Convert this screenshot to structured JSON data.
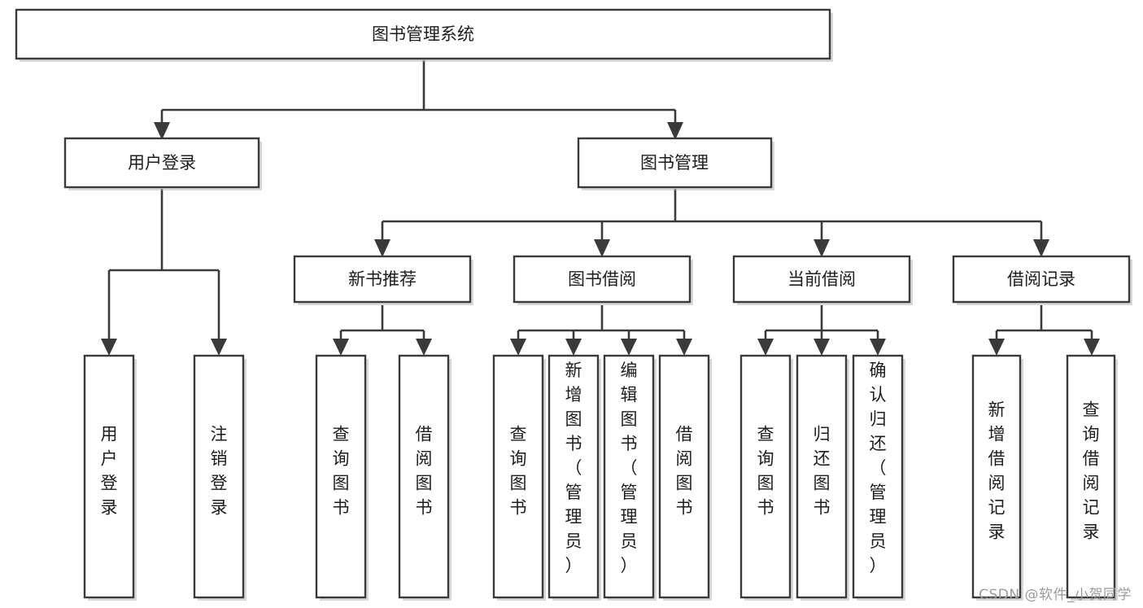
{
  "diagram": {
    "type": "tree",
    "title": "图书管理系统",
    "watermark": "CSDN @软件_小贺同学",
    "nodes": {
      "root": {
        "label": "图书管理系统"
      },
      "l2": [
        {
          "id": "user-login",
          "label": "用户登录"
        },
        {
          "id": "book-manage",
          "label": "图书管理"
        }
      ],
      "l3": [
        {
          "id": "new-book-rec",
          "label": "新书推荐"
        },
        {
          "id": "book-borrow",
          "label": "图书借阅"
        },
        {
          "id": "current-borrow",
          "label": "当前借阅"
        },
        {
          "id": "borrow-record",
          "label": "借阅记录"
        }
      ],
      "leaves": {
        "user_login": [
          {
            "id": "leaf-user-login",
            "label": "用户登录"
          },
          {
            "id": "leaf-logout-login",
            "label": "注销登录"
          }
        ],
        "new_book_rec": [
          {
            "id": "leaf-query-book-1",
            "label": "查询图书"
          },
          {
            "id": "leaf-borrow-book-1",
            "label": "借阅图书"
          }
        ],
        "book_borrow": [
          {
            "id": "leaf-query-book-2",
            "label": "查询图书"
          },
          {
            "id": "leaf-add-book",
            "label": "新增图书（管理员）"
          },
          {
            "id": "leaf-edit-book",
            "label": "编辑图书（管理员）"
          },
          {
            "id": "leaf-borrow-book-2",
            "label": "借阅图书"
          }
        ],
        "current_borrow": [
          {
            "id": "leaf-query-book-3",
            "label": "查询图书"
          },
          {
            "id": "leaf-return-book",
            "label": "归还图书"
          },
          {
            "id": "leaf-confirm-return",
            "label": "确认归还（管理员）"
          }
        ],
        "borrow_record": [
          {
            "id": "leaf-add-record",
            "label": "新增借阅记录"
          },
          {
            "id": "leaf-query-record",
            "label": "查询借阅记录"
          }
        ]
      }
    },
    "colors": {
      "stroke": "#3a3a3a",
      "fill": "#ffffff",
      "text": "#1d1d1d",
      "watermark": "#9b9b9b"
    }
  }
}
